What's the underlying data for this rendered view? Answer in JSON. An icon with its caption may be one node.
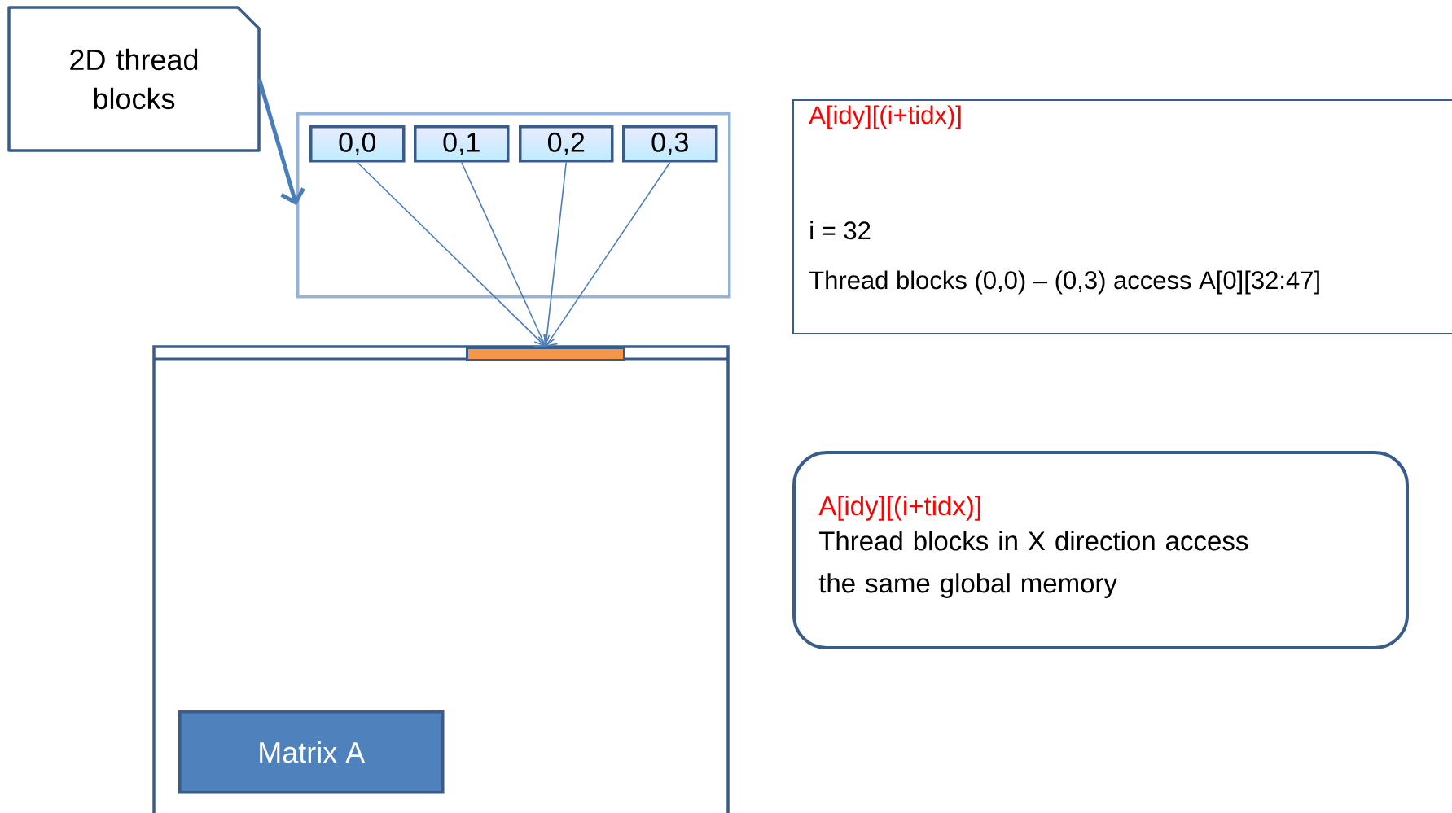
{
  "diagram": {
    "nodes": [
      {
        "text": [
          "2D thread blocks"
        ]
      },
      {
        "text": [],
        "shape": "box"
      },
      {
        "text": [
          "0,0"
        ],
        "in": 1
      },
      {
        "text": [
          "0,1"
        ],
        "in": 1
      },
      {
        "text": [
          "0,2"
        ],
        "in": 1
      },
      {
        "text": [
          "0,3"
        ],
        "in": 1
      },
      {
        "text": [],
        "shape": "box"
      },
      {
        "text": [],
        "shape": "bar",
        "in": 6
      },
      {
        "text": [
          "Matrix A"
        ],
        "in": 6
      },
      {
        "text": [
          "A[idy][(i+tidx)]",
          "i = 32",
          "Thread blocks (0,0) – (0,3) access A[0][32:47]"
        ]
      },
      {
        "text": [
          "A[idy][(i+tidx)]",
          "Thread blocks in X direction access the same global memory"
        ]
      }
    ],
    "edges": [
      {
        "from": 0,
        "to": 1,
        "arrow": "to",
        "style": "thick"
      },
      {
        "from": 2,
        "to": 7,
        "arrow": "to"
      },
      {
        "from": 3,
        "to": 7,
        "arrow": "to"
      },
      {
        "from": 4,
        "to": 7,
        "arrow": "to"
      },
      {
        "from": 5,
        "to": 7,
        "arrow": "to"
      }
    ]
  }
}
